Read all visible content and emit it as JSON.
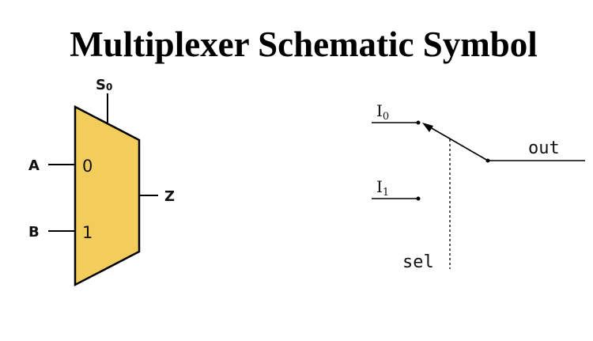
{
  "title": "Multiplexer Schematic Symbol",
  "mux_symbol": {
    "select_label": "S",
    "select_subscript": "0",
    "inputs": [
      {
        "name": "A",
        "index_label": "0"
      },
      {
        "name": "B",
        "index_label": "1"
      }
    ],
    "output": "Z",
    "fill_color": "#f3cd5b"
  },
  "switch_model": {
    "input0_label": "I",
    "input0_subscript": "0",
    "input1_label": "I",
    "input1_subscript": "1",
    "output_label": "out",
    "select_label": "sel"
  }
}
